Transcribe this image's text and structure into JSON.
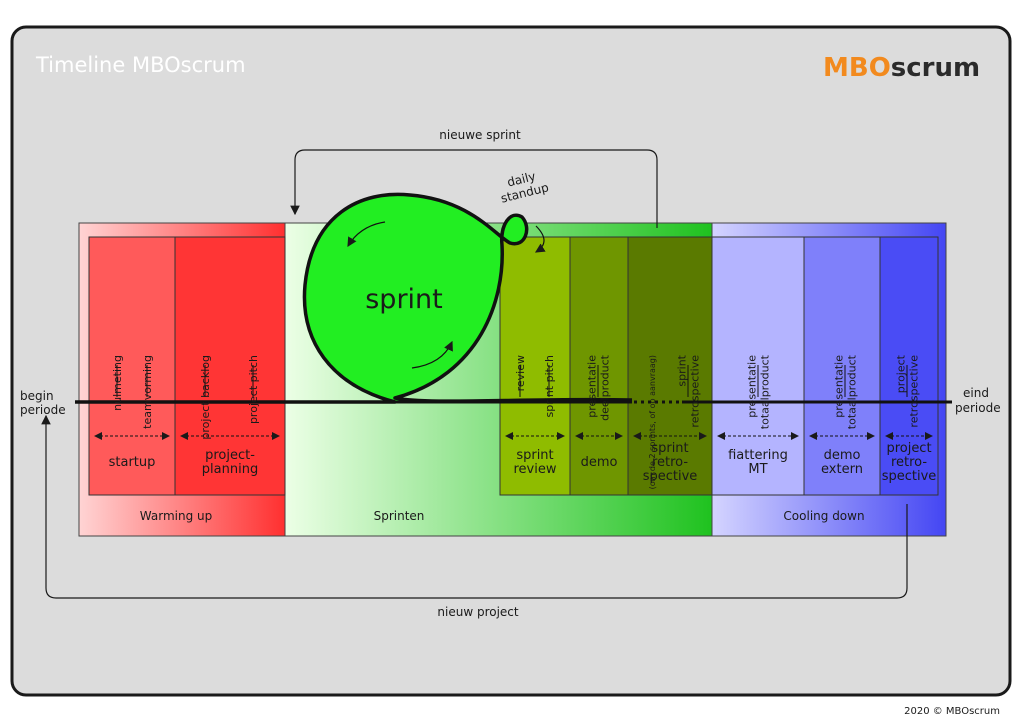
{
  "header": {
    "title": "Timeline MBOscrum",
    "logo_mbo": "MBO",
    "logo_scrum": "scrum"
  },
  "phases": {
    "warming": "Warming up",
    "sprinten": "Sprinten",
    "cooling": "Cooling down"
  },
  "timeline": {
    "begin": [
      "begin",
      "periode"
    ],
    "end": [
      "eind",
      "periode"
    ]
  },
  "loops": {
    "sprint": "sprint",
    "daily_standup": [
      "daily",
      "standup"
    ],
    "nieuwe_sprint": "nieuwe sprint",
    "nieuw_project": "nieuw project"
  },
  "activities": [
    {
      "label": [
        "nulmeting"
      ]
    },
    {
      "label": [
        "teamvorming"
      ]
    },
    {
      "label": [
        "project backlog"
      ]
    },
    {
      "label": [
        "project pitch"
      ]
    },
    {
      "label": [
        "review"
      ]
    },
    {
      "label": [
        "sprint pitch"
      ]
    },
    {
      "label": [
        "presentatie",
        "deelproduct"
      ]
    },
    {
      "label": [
        "(om de 2 sprints, of op aanvraag)"
      ]
    },
    {
      "label": [
        "sprint",
        "retrospective"
      ]
    },
    {
      "label": [
        "presentatie",
        "totaalproduct"
      ]
    },
    {
      "label": [
        "presentatie",
        "totaalproduct"
      ]
    },
    {
      "label": [
        "project",
        "retrospective"
      ]
    }
  ],
  "boxes": [
    {
      "label": [
        "startup"
      ]
    },
    {
      "label": [
        "project-",
        "planning"
      ]
    },
    {
      "label": [
        "sprint",
        "review"
      ]
    },
    {
      "label": [
        "demo"
      ]
    },
    {
      "label": [
        "sprint",
        "retro-",
        "spective"
      ]
    },
    {
      "label": [
        "fiattering",
        "MT"
      ]
    },
    {
      "label": [
        "demo",
        "extern"
      ]
    },
    {
      "label": [
        "project",
        "retro-",
        "spective"
      ]
    }
  ],
  "footer": "2020 © MBOscrum",
  "colors": {
    "warming": "#ff3b3b",
    "sprint": "#22ee22",
    "review": "#8fbc00",
    "demo": "#6f9600",
    "retro": "#5a7a00",
    "cooling": "#4a4cf5",
    "logo_orange": "#f28a1e",
    "logo_dark": "#2b2b2b"
  }
}
